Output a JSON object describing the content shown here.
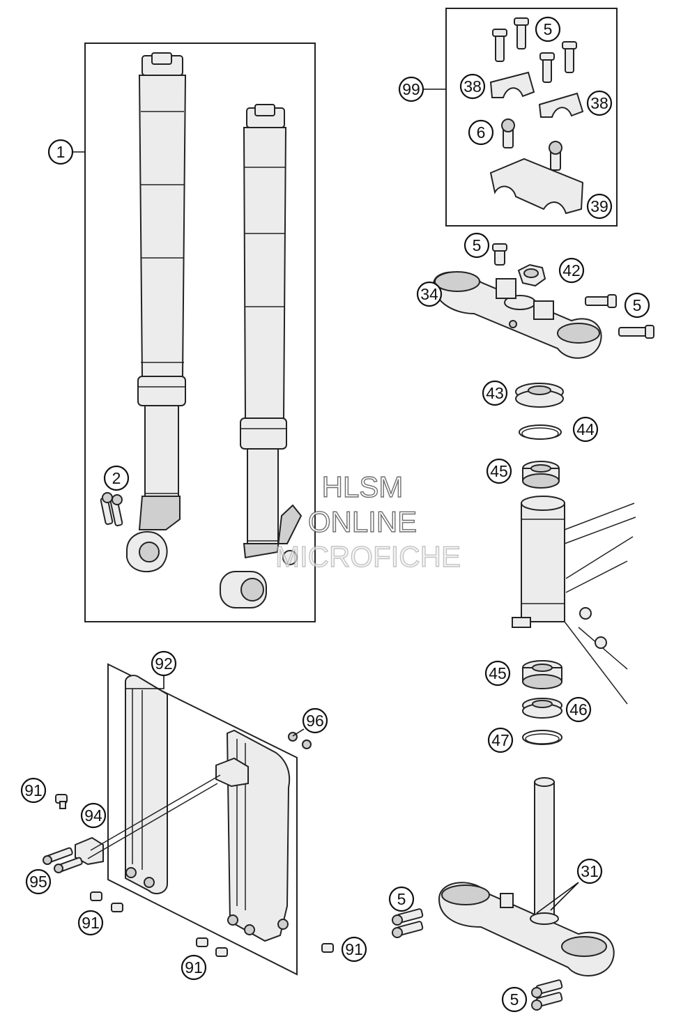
{
  "watermark": {
    "line1": "HLSM",
    "line2": "ONLINE",
    "line3": "MICROFICHE"
  },
  "callouts": [
    {
      "id": "c-1",
      "label": "1"
    },
    {
      "id": "c-2",
      "label": "2"
    },
    {
      "id": "c-99",
      "label": "99"
    },
    {
      "id": "c-5a",
      "label": "5"
    },
    {
      "id": "c-38a",
      "label": "38"
    },
    {
      "id": "c-38b",
      "label": "38"
    },
    {
      "id": "c-6",
      "label": "6"
    },
    {
      "id": "c-39",
      "label": "39"
    },
    {
      "id": "c-5b",
      "label": "5"
    },
    {
      "id": "c-42",
      "label": "42"
    },
    {
      "id": "c-34",
      "label": "34"
    },
    {
      "id": "c-5c",
      "label": "5"
    },
    {
      "id": "c-43",
      "label": "43"
    },
    {
      "id": "c-44",
      "label": "44"
    },
    {
      "id": "c-45a",
      "label": "45"
    },
    {
      "id": "c-45b",
      "label": "45"
    },
    {
      "id": "c-46",
      "label": "46"
    },
    {
      "id": "c-47",
      "label": "47"
    },
    {
      "id": "c-31",
      "label": "31"
    },
    {
      "id": "c-5d",
      "label": "5"
    },
    {
      "id": "c-5e",
      "label": "5"
    },
    {
      "id": "c-92",
      "label": "92"
    },
    {
      "id": "c-96",
      "label": "96"
    },
    {
      "id": "c-91a",
      "label": "91"
    },
    {
      "id": "c-94",
      "label": "94"
    },
    {
      "id": "c-95",
      "label": "95"
    },
    {
      "id": "c-91b",
      "label": "91"
    },
    {
      "id": "c-91c",
      "label": "91"
    },
    {
      "id": "c-91d",
      "label": "91"
    }
  ]
}
